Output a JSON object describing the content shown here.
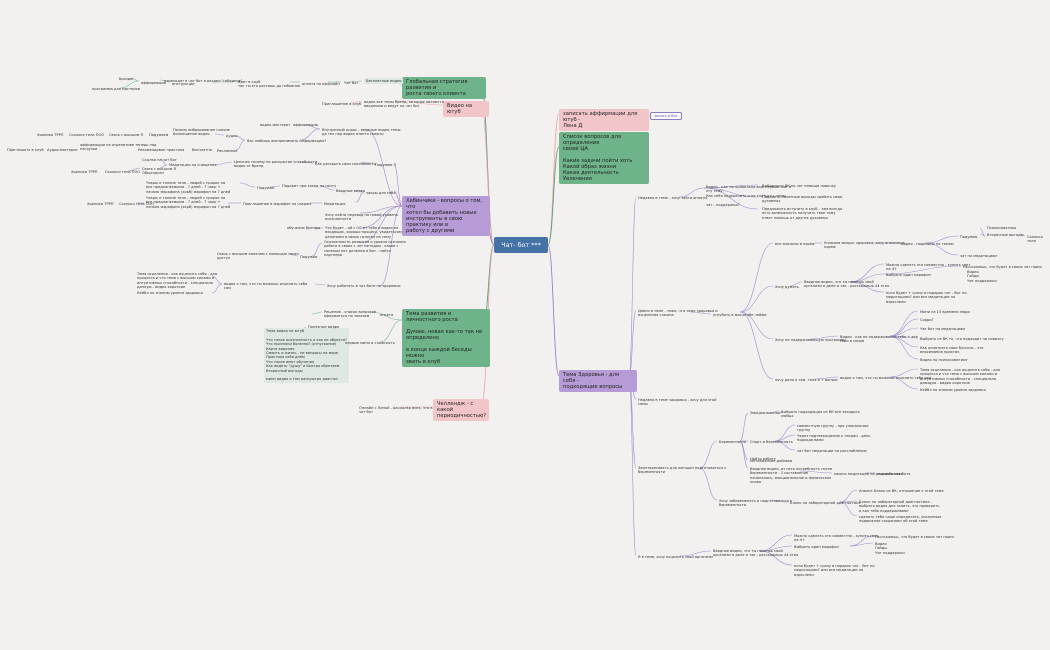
{
  "center": {
    "label": "Чат- бот ***"
  },
  "badge": "запись в бот",
  "main_topics": [
    {
      "id": "m1",
      "label": "Глобальная стратегия развития и\nроста твоего клиента",
      "color": "green"
    },
    {
      "id": "m2",
      "label": "Видео на ютуб",
      "color": "pink"
    },
    {
      "id": "m3",
      "label": "Хабинчики - вопросы о том, что\nхотел бы добавить новые\nинструменты в свою практику или в\nработу с другими",
      "color": "violet"
    },
    {
      "id": "m4",
      "label": "Тема развития и личностного роста\n\nДумаю, новая как-то так не\nопределено\n\nв конце каждой беседы можно\nзвать в клуб",
      "color": "green"
    },
    {
      "id": "m5",
      "label": "Челлендж - с какой\nпериодичностью?",
      "color": "pink"
    },
    {
      "id": "m6",
      "label": "записать аффирмации для ютуб -\nЛена Д",
      "color": "pink"
    },
    {
      "id": "m7",
      "label": "Список вопросов для определения\nсвоей ЦА\n\nКакие задачи пойти хоть\nКакой образ жизни\nКакая деятельность\nУвлечения",
      "color": "green"
    },
    {
      "id": "m8",
      "label": "Тема Здоровья - для себя -\nподходящие вопросы",
      "color": "violet"
    }
  ],
  "left_nodes": [
    "Бесплатные видео",
    "Чат бот",
    "оплата по оффлайн",
    "идет в клуб\nтак ты его растишь до гибкинов",
    "инструкции",
    "переходят в чат бот в раздел \"гибкинов\"",
    "аффирмации",
    "программа для мастеров",
    "бразды",
    "Приглашение в клуб",
    "видео все темы бренд, которые являются\nвводными и ведут на чат бот",
    "видео мастерит",
    "аффирмации",
    "Внутренний опрос - вводные видео темы\nдо тех пор видео ответа смерти",
    "Вас любишь воспринимать информацию?",
    "Хроники ТРРП",
    "Сколько тела ПОО",
    "Связь с высшим Я",
    "Подумаем",
    "Почему вибрирование плохие\nВоплощение видео",
    "Аудио",
    "Рекламное",
    "Приглашать в клуб",
    "Аудио-мастерит",
    "аффирмации на отрепетиве теперь под\nнагрузки",
    "Рекомендован практика",
    "бесплатно",
    "Медитации на очищение",
    "Ссылка на чат бот",
    "Связь с высшим Я\nОбщепризн",
    "Хроники ТРРП",
    "Сколько тела ПОО",
    "Цепочек почему на раскрытие способности -\nвидео от бренд",
    "Как раскрыть свои способности",
    "Подумаю 3",
    "Чакры и тонкие тела - людей с пророк на\nвсе предлагаемыми - 7 дней - 7 чакр +\nначало марафона (хорб) марафон на 7 дней",
    "Подумаю",
    "Подарит при заход на почту",
    "Вводные видео",
    "чакры для себя",
    "Приглашение в марафон по чакрам",
    "Хроники ТРРП",
    "Сколько тела ПОО",
    "Чакры и тонкие тела - людей с пророк на\nвсе предлагаемыми - 7 дней - 7 чакр +\nначало марафона (хорб) марафон на 7 дней",
    "Медитация",
    "Хочу найти перевод на новой уровень\nосознанности",
    "обучение бренды",
    "Что будет - ай с ОС от тебя в видео на\nвходящих, хорошо процесс, увидетьсом\nделанием в своих голосах на тему",
    "Осознанность развития и уровня сознания\nработа в своих с чат методом - какое с\nсапеком нет деления и бот - найти\nпартнера",
    "Подумаю",
    "Связь с высшим каналом с помощью через\nдоступ",
    "Тема исцеления - как исцелить себя - для\nпроцесса и что тема с высшим силами и\nинтуитивных способности - специально\nданную - видео короткие",
    "Хочу работать в чат-боте по здоровью",
    "видео о том, что ты можешь исцелить себя\nсам",
    "Кейбл по знанию уровня здоровья",
    "Решение - список вопросов\nоформиться по заказом",
    "анкета",
    "Тема видео на ютуб\n\nЧто такое осознанность и как ее обрести?\nЧто признаки болезни? (отпускание)\nКарта видения\nСмерть и жизнь - не вопросы на мере\nПрактика себя днём\nЧто такое имет обучения\nКак видеть \"душу\" и быстро обретаем\nВторичный выгоды\n\nмини видео о том раскрытия диагноз",
    "первые мини и сложность",
    "Полезные видео",
    "Онлайн с Леной - рассылка всех, что в\nчат бот"
  ],
  "right_nodes": [
    "Недавно в теме - хочу зайти оплаты",
    "Видео - как ты правильно ваш первый шаг в\nэту тему\nКак себя подкрепить и не слиться с темы\n\nчат - поддержка?",
    "Выбрать из ВК по чат помощи новичку",
    "Подарить полезные выходы зрабить свою\nдуховных",
    "Предложить вступить в клуб - там всегда\nесть возможность получить твое тому\nответ помощь от других духовных",
    "Давно в теме - знаю, что тема здоровья и\nисцеления сложна",
    "углубить в масштабе чейфе",
    "все анализы в норме",
    "Упомяни вопрос здоровья, хочу анализы в\nнорме",
    "Видео - подкорсы по темам",
    "Подумаю",
    "Психосоматика",
    "Вторичные выгоды",
    "Сколько тела",
    "чат по медитациям",
    "Хочу думать",
    "Вводное видео, что ты пишешь свой\nорганизм в деле и так - расскажешь 44 этих",
    "Можно сделать это совместно - купить свет\nна 4+",
    "Выбрать один марафон",
    "Расскажешь, что будет в своих чат поиск",
    "Видео\nГайды\nЧат поддержки",
    "если будет + сразу в подарок чат - бот по\nмедитациям? или все медитации на\nвзрослени",
    "Хочу по подерживающую программу",
    "Видео - как по подерживающ себе + все\nсвои в серии",
    "Мини из 10 времени люди",
    "Сорри?",
    "Чат бот по медитациям",
    "Выбрать из ВК то, что подходит на новичку",
    "Как осмотреть свое буссоль - это\nвносимания практик",
    "Видео по психосоматике",
    "хочу дело о том, тела в + вопрос",
    "видео о том, что ты можешь исцелить себя сам",
    "Тема исцеления - как исцелить себя - для\nпроцесса и что тема с высшим силами и\nинтуитивных способности - специально\nдающую - видео короткие",
    "Кейбл по знанию уровня здоровья",
    "Недавно в теме здоровья - хочу для этой\nсамы",
    "Заинтересовать для женщин подготовиться к\nбеременности",
    "Беременность",
    "Эмоциональные",
    "Найти работу",
    "Спорт и беременность",
    "Выбрать подходящих из ВК все заходить\nлюбых",
    "совместную группу - про уникальные\nгруппу",
    "Через подтверждение к теории - день\nподхода вами",
    "чат бот медитации на расслабление",
    "Метаболизме добавки",
    "Вводное видео, из него потребность после\nбеременности - 3 составление\nначиналась, эмоциональное и физическое\nкнова",
    "можно медитации на расслабление",
    "подарок чат-бота",
    "Хочу забеременеть и подготовиться к\nбеременности",
    "Бланк по лабораторной диагностике",
    "Анализ Бланк из ВК, отношение к этой теме",
    "Бланк по лабораторной диагностике -\nвыбрать видео для зенить, что проверить\nи как тебя поддерживают",
    "сделать тебя чаще определять, указанные\nподвижное сохраняют об этой теме",
    "Я в теме, хочу исцелить свой организм",
    "Вводное видео, что ты пишешь свой\nорганизм в деле и так - расскажешь 44 этих",
    "Можно сделать это совместно - купить свет\nна 4+",
    "Выбрать один марафон",
    "Расскажешь, что будет в своих чат поиск",
    "Видео\nГайды\nЧат поддержки",
    "если будет + сразу в подарок чат - бот по\nмедитациям? или все медитации на\nвзрослени"
  ],
  "colors": {
    "background": "#f2f1ef",
    "center": "#4673a5",
    "green": "#6fb38a",
    "pink": "#f2c6c9",
    "violet": "#b69bd6",
    "branch_pink": "#e8a7ad",
    "branch_green": "#5aa079",
    "branch_violet": "#9b7cc8"
  }
}
